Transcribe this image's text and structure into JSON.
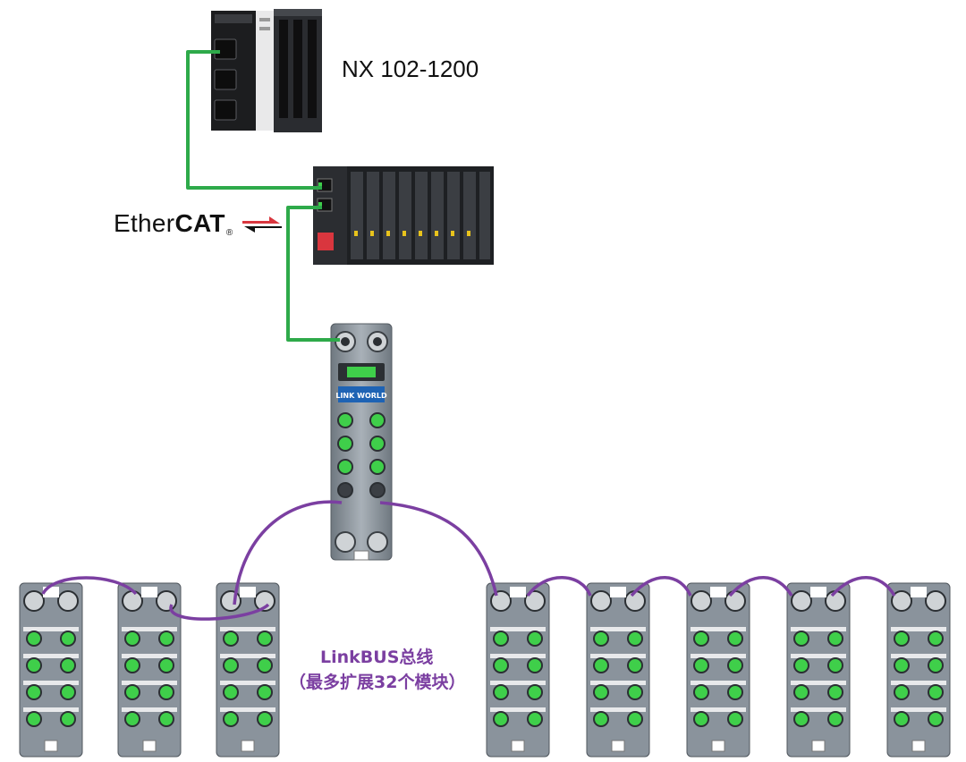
{
  "diagram": {
    "plc_label": "NX 102-1200",
    "ethercat_logo": {
      "prefix": "Ether",
      "bold": "CAT",
      "reg_mark": "®"
    },
    "gateway_brand": "LINK WORLD",
    "linkbus_title": "LinkBUS总线",
    "linkbus_subtitle": "（最多扩展32个模块）",
    "colors": {
      "ethercat_cable": "#2eaa4a",
      "linkbus_cable": "#7b3fa1",
      "module_body": "#8a939c",
      "module_dark": "#2b2f33",
      "port_green": "#3fcf4a",
      "brand_blue": "#1e63b4"
    },
    "io_module_count": 8
  }
}
